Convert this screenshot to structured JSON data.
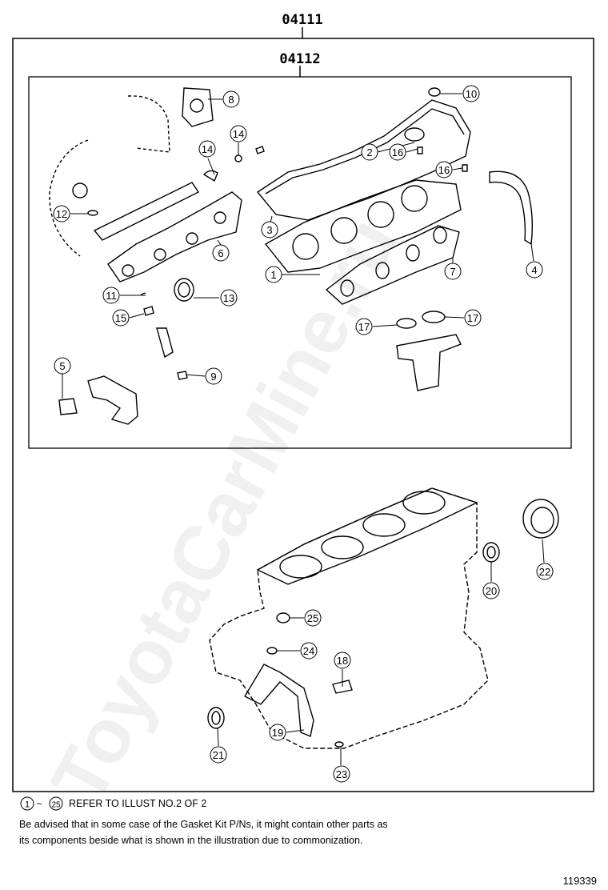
{
  "header": {
    "outer_code": "04111",
    "inner_code": "04112"
  },
  "callouts": [
    "1",
    "2",
    "3",
    "4",
    "5",
    "6",
    "7",
    "8",
    "9",
    "10",
    "11",
    "12",
    "13",
    "14",
    "14",
    "15",
    "16",
    "16",
    "17",
    "17",
    "18",
    "19",
    "20",
    "21",
    "22",
    "23",
    "24",
    "25"
  ],
  "notes": {
    "range_start": "1",
    "range_end": "25",
    "range_sep": "~",
    "refer": "REFER TO ILLUST NO.2 OF 2",
    "line2": "Be advised that in some case of the Gasket Kit P/Ns,  it might contain other parts as",
    "line3": "its components beside what is shown in the illustration due to commonization."
  },
  "watermark": "ToyotaCarMine.ru",
  "figure_number": "119339"
}
